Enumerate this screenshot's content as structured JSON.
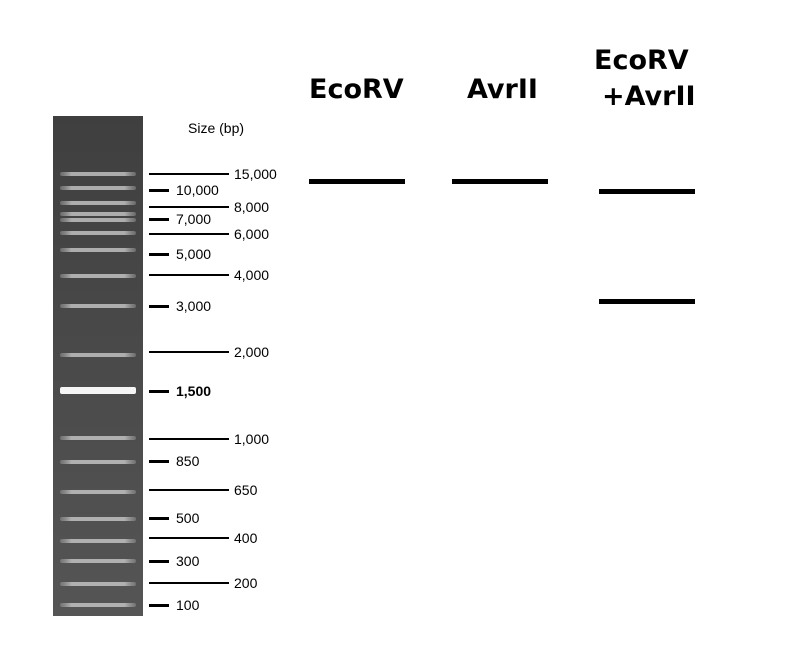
{
  "title_lanes": {
    "ecorv": "EcoRV",
    "avrii": "AvrII",
    "combo_line1": "EcoRV",
    "combo_line2": "+AvrII"
  },
  "ladder": {
    "size_title": "Size (bp)",
    "markers": [
      {
        "label": "15,000",
        "style": "long"
      },
      {
        "label": "10,000",
        "style": "short"
      },
      {
        "label": "8,000",
        "style": "long"
      },
      {
        "label": "7,000",
        "style": "short"
      },
      {
        "label": "6,000",
        "style": "long"
      },
      {
        "label": "5,000",
        "style": "short"
      },
      {
        "label": "4,000",
        "style": "long"
      },
      {
        "label": "3,000",
        "style": "short"
      },
      {
        "label": "2,000",
        "style": "long"
      },
      {
        "label": "1,500",
        "style": "short",
        "bold": true
      },
      {
        "label": "1,000",
        "style": "long"
      },
      {
        "label": "850",
        "style": "short"
      },
      {
        "label": "650",
        "style": "long"
      },
      {
        "label": "500",
        "style": "short"
      },
      {
        "label": "400",
        "style": "long"
      },
      {
        "label": "300",
        "style": "short"
      },
      {
        "label": "200",
        "style": "long"
      },
      {
        "label": "100",
        "style": "short"
      }
    ]
  },
  "lanes": [
    {
      "name": "EcoRV",
      "band_count": 1
    },
    {
      "name": "AvrII",
      "band_count": 1
    },
    {
      "name": "EcoRV+AvrII",
      "band_count": 2
    }
  ]
}
